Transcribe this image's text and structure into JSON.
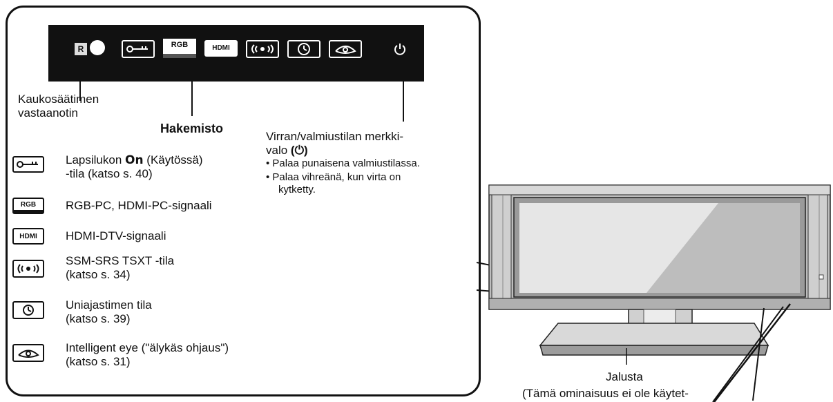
{
  "panel": {
    "labels": {
      "remote_receiver_1": "Kaukosäätimen",
      "remote_receiver_2": "vastaanotin",
      "index_title": "Hakemisto",
      "power_title_1": "Virran/valmiustilan merkki-",
      "power_title_2_prefix": "valo",
      "power_symbol": "(⏻)",
      "power_bullet_1": "• Palaa punaisena valmiustilassa.",
      "power_bullet_2a": "• Palaa vihreänä, kun virta on",
      "power_bullet_2b": "kytketty."
    },
    "strip_icons": [
      "R",
      "RGB",
      "HDMI"
    ]
  },
  "index_items": [
    {
      "icon": "lock-icon",
      "text_a": "Lapsilukon ",
      "bold": "On",
      "text_b": " (Käytössä)",
      "line2": "-tila (katso s. 40)"
    },
    {
      "icon": "rgb-icon",
      "text_a": "RGB-PC, HDMI-PC-signaali",
      "line2": ""
    },
    {
      "icon": "hdmi-icon",
      "text_a": "HDMI-DTV-signaali",
      "line2": ""
    },
    {
      "icon": "ssm-icon",
      "text_a": "SSM-SRS TSXT -tila",
      "line2": "(katso s. 34)"
    },
    {
      "icon": "clock-icon",
      "text_a": "Uniajastimen tila",
      "line2": "(katso s. 39)"
    },
    {
      "icon": "eye-icon",
      "text_a": "Intelligent eye (\"älykäs ohjaus\")",
      "line2": "(katso s. 31)"
    }
  ],
  "icon_text": {
    "rgb": "RGB",
    "hdmi": "HDMI"
  },
  "stand": {
    "label": "Jalusta",
    "note": "(Tämä ominaisuus ei ole käytet-"
  }
}
